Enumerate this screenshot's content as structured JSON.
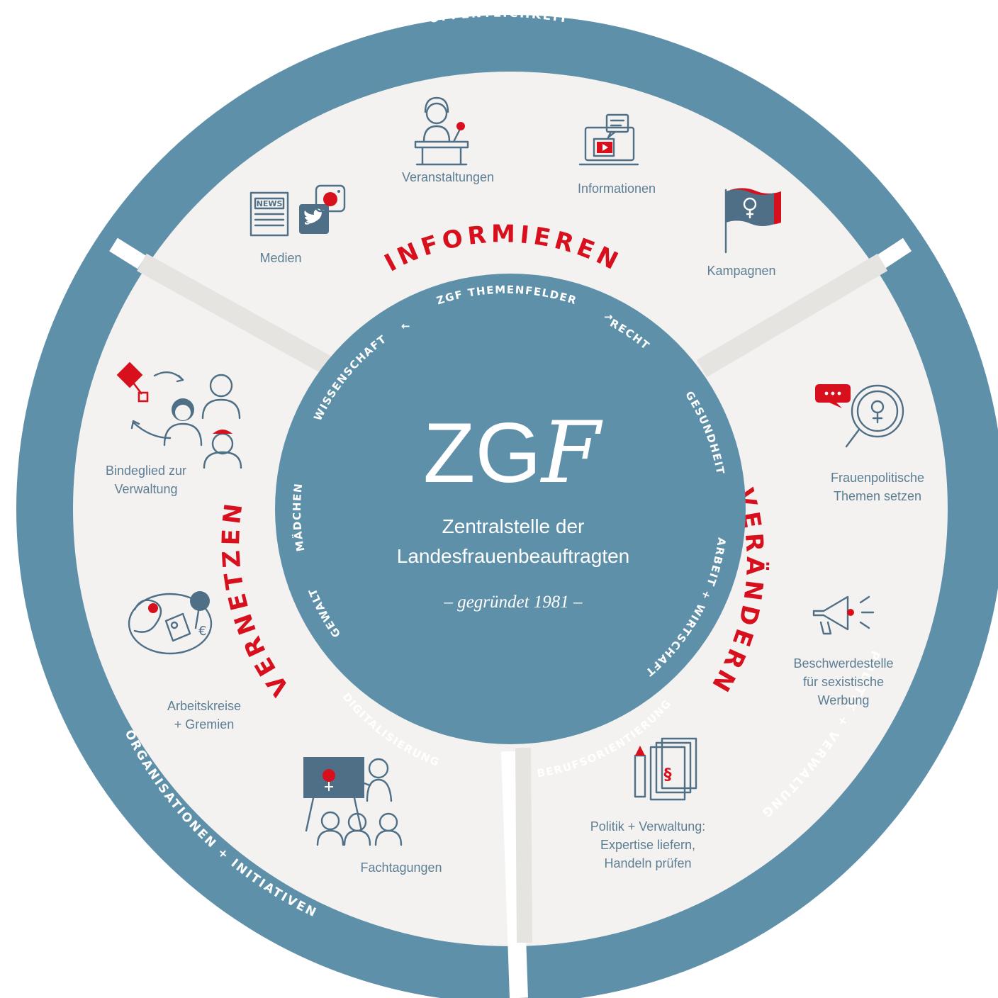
{
  "colors": {
    "ring": "#5f90aa",
    "segment_bg": "#f3f2f0",
    "center": "#5f90aa",
    "accent_red": "#d8101e",
    "label_text": "#5d7d93"
  },
  "outer_ring": {
    "top": "ÖFFENTLICHKEIT",
    "right": "POLITIK + VERWALTUNG",
    "left": "ORGANISATIONEN + INITIATIVEN"
  },
  "verbs": {
    "top": "INFORMIEREN",
    "right": "VERÄNDERN",
    "left": "VERNETZEN"
  },
  "center": {
    "logo": "ZGF",
    "logo_main": "ZG",
    "logo_italic": "F",
    "subtitle_line1": "Zentralstelle der",
    "subtitle_line2": "Landesfrauenbeauftragten",
    "founded": "– gegründet 1981 –",
    "ring_title": "ZGF THEMENFELDER",
    "arrow_left": "←",
    "arrow_right": "→",
    "topics": [
      "RECHT",
      "GESUNDHEIT",
      "ARBEIT + WIRTSCHAFT",
      "BERUFSORIENTIERUNG",
      "DIGITALISIERUNG",
      "GEWALT",
      "MÄDCHEN",
      "WISSENSCHAFT"
    ]
  },
  "items": {
    "medien": "Medien",
    "veranstaltungen": "Veranstaltungen",
    "informationen": "Informationen",
    "kampagnen": "Kampagnen",
    "frauenpolitische_1": "Frauenpolitische",
    "frauenpolitische_2": "Themen setzen",
    "beschwerde_1": "Beschwerdestelle",
    "beschwerde_2": "für sexistische",
    "beschwerde_3": "Werbung",
    "politik_1": "Politik + Verwaltung:",
    "politik_2": "Expertise liefern,",
    "politik_3": "Handeln prüfen",
    "fachtagungen": "Fachtagungen",
    "arbeitskreise_1": "Arbeitskreise",
    "arbeitskreise_2": "+ Gremien",
    "bindeglied_1": "Bindeglied zur",
    "bindeglied_2": "Verwaltung"
  },
  "icons": {
    "medien": "news-social-icon",
    "veranstaltungen": "speaker-podium-icon",
    "informationen": "computer-info-icon",
    "kampagnen": "female-flag-icon",
    "frauenpolitische": "magnifier-female-icon",
    "beschwerde": "megaphone-icon",
    "politik": "law-documents-icon",
    "fachtagungen": "presentation-icon",
    "arbeitskreise": "meeting-hands-icon",
    "bindeglied": "key-people-icon"
  }
}
